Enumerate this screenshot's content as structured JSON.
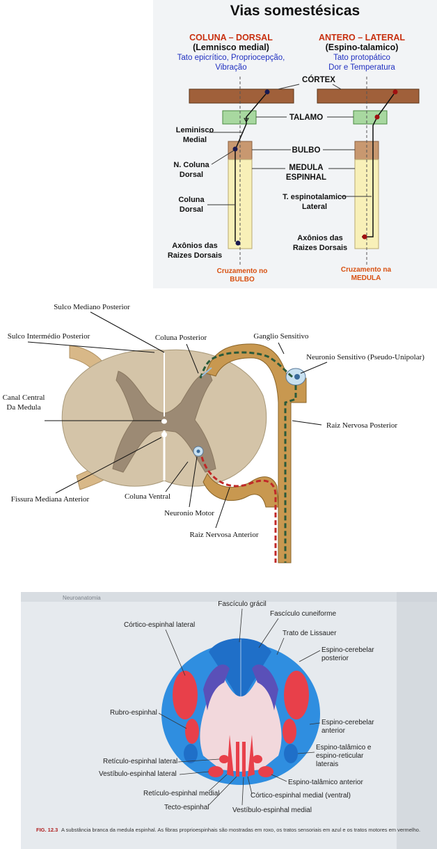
{
  "panel1": {
    "title": "Vias somestésicas",
    "left_header": {
      "line1": "COLUNA – DORSAL",
      "line2": "(Lemnisco medial)",
      "line3": "Tato epicrítico, Propriocepção,",
      "line4": "Vibração"
    },
    "right_header": {
      "line1": "ANTERO – LATERAL",
      "line2": "(Espino-talamico)",
      "line3": "Tato protopático",
      "line4": "Dor e Temperatura"
    },
    "center_labels": {
      "cortex": "CÓRTEX",
      "talamo": "TALAMO",
      "bulbo": "BULBO",
      "medula_1": "MEDULA",
      "medula_2": "ESPINHAL"
    },
    "left_labels": {
      "lemnisco_1": "Leminisco",
      "lemnisco_2": "Medial",
      "ncoluna_1": "N. Coluna",
      "ncoluna_2": "Dorsal",
      "coluna_1": "Coluna",
      "coluna_2": "Dorsal",
      "axonios_1": "Axônios das",
      "axonios_2": "Raizes Dorsais"
    },
    "right_labels": {
      "tespino_1": "T. espinotalamico",
      "tespino_2": "Lateral",
      "axonios_1": "Axônios das",
      "axonios_2": "Raizes Dorsais"
    },
    "footers": {
      "left_1": "Cruzamento no",
      "left_2": "BULBO",
      "right_1": "Cruzamento na",
      "right_2": "MEDULA"
    },
    "colors": {
      "cortex": "#a0603a",
      "talamo": "#a8d8a0",
      "bulbo": "#c89870",
      "medula": "#f8f0b8",
      "header_red": "#c83010",
      "header_blue": "#2030c0",
      "footer_orange": "#d85010"
    }
  },
  "panel2": {
    "labels": {
      "sulco_mediano": "Sulco Mediano Posterior",
      "sulco_intermedio": "Sulco Intermédio Posterior",
      "coluna_posterior": "Coluna Posterior",
      "ganglio": "Ganglio Sensitivo",
      "neuronio_sensitivo": "Neuronio Sensitivo (Pseudo-Unipolar)",
      "canal_1": "Canal Central",
      "canal_2": "Da Medula",
      "raiz_posterior": "Raiz Nervosa Posterior",
      "fissura": "Fissura Mediana Anterior",
      "coluna_ventral": "Coluna Ventral",
      "neuronio_motor": "Neuronio Motor",
      "raiz_anterior": "Raiz Nervosa Anterior"
    }
  },
  "panel3": {
    "header_fragment": "Neuroanatomia",
    "labels": {
      "fasciculo_gracil": "Fascículo grácil",
      "fasciculo_cuneiforme": "Fascículo cuneiforme",
      "cortico_lateral": "Córtico-espinhal lateral",
      "lissauer": "Trato de Lissauer",
      "espino_cerebelar_post_1": "Espino-cerebelar",
      "espino_cerebelar_post_2": "posterior",
      "rubro": "Rubro-espinhal",
      "espino_cerebelar_ant_1": "Espino-cerebelar",
      "espino_cerebelar_ant_2": "anterior",
      "espino_talamico_lat_1": "Espino-talâmico e",
      "espino_talamico_lat_2": "espino-reticular",
      "espino_talamico_lat_3": "laterais",
      "reticulo_lateral": "Retículo-espinhal lateral",
      "vestibulo_lateral": "Vestíbulo-espinhal lateral",
      "espino_talamico_ant": "Espino-talâmico anterior",
      "reticulo_medial": "Retículo-espinhal medial",
      "cortico_medial": "Córtico-espinhal medial (ventral)",
      "tecto": "Tecto-espinhal",
      "vestibulo_medial": "Vestíbulo-espinhal medial"
    },
    "caption_fig": "FIG. 12.3",
    "caption_text": "A substância branca da medula espinhal. As fibras proprioespinhais são mostradas em roxo, os tratos sensoriais em azul e os tratos motores em vermelho.",
    "colors": {
      "sensory_blue": "#2f8ee0",
      "motor_red": "#e8404a",
      "proprio_purple": "#5a50b8",
      "gray_matter": "#f2d8dc",
      "page": "#e8ecf0"
    }
  }
}
